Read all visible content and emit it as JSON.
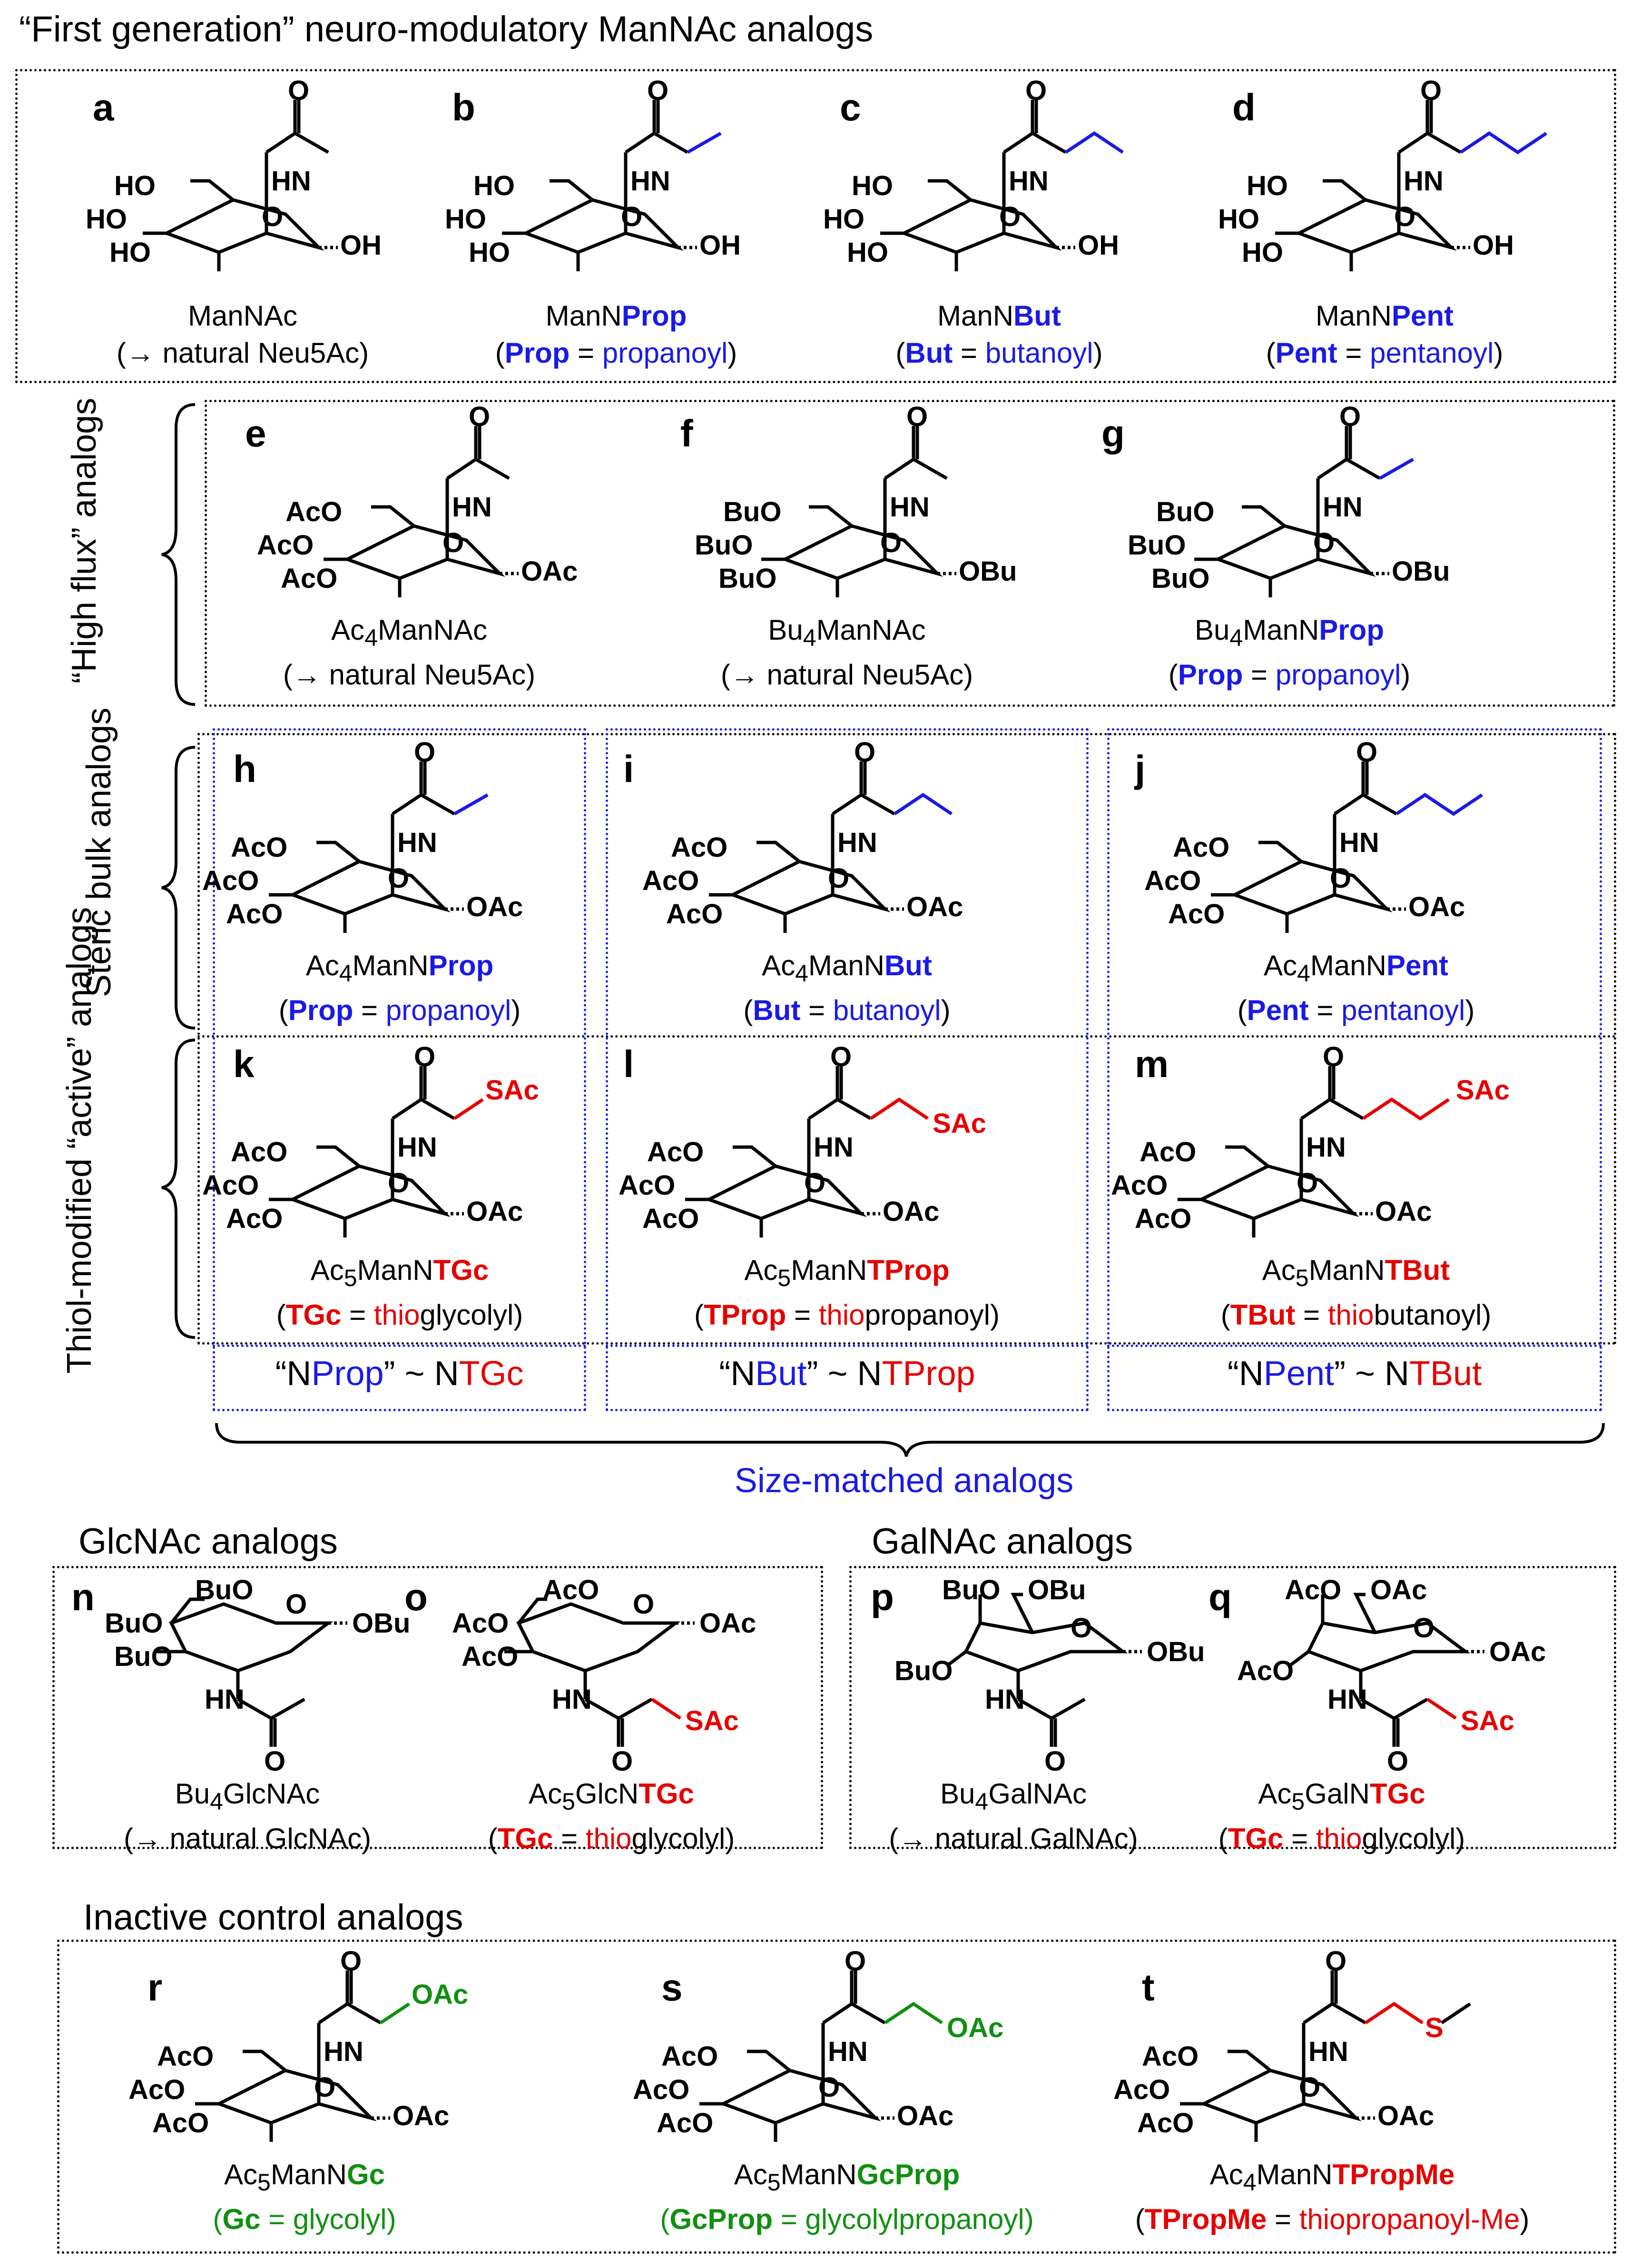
{
  "headers": {
    "first_generation": "“First generation” neuro-modulatory ManNAc analogs",
    "glcnac": "GlcNAc analogs",
    "galnac": "GalNAc analogs",
    "inactive": "Inactive control analogs",
    "size_matched": "Size-matched analogs"
  },
  "side_labels": {
    "high_flux": "“High flux” analogs",
    "steric_bulk": "Steric bulk analogs",
    "thiol_modified": "Thiol-modified “active” analogs"
  },
  "size_match_labels": [
    {
      "pre": "“N",
      "a": "Prop",
      "mid": "” ~ N",
      "b": "TGc"
    },
    {
      "pre": "“N",
      "a": "But",
      "mid": "” ~ N",
      "b": "TProp"
    },
    {
      "pre": "“N",
      "a": "Pent",
      "mid": "” ~ N",
      "b": "TBut"
    }
  ],
  "compounds": {
    "a": {
      "letter": "a",
      "name": "ManNAc",
      "desc": "(→ natural Neu5Ac)"
    },
    "b": {
      "letter": "b",
      "name_pre": "ManN",
      "name_em": "Prop",
      "abbr": "Prop",
      "eq": " = ",
      "full": "propanoyl",
      "open": "(",
      "close": ")"
    },
    "c": {
      "letter": "c",
      "name_pre": "ManN",
      "name_em": "But",
      "abbr": "But",
      "eq": " = ",
      "full": "butanoyl",
      "open": "(",
      "close": ")"
    },
    "d": {
      "letter": "d",
      "name_pre": "ManN",
      "name_em": "Pent",
      "abbr": "Pent",
      "eq": " = ",
      "full": "pentanoyl",
      "open": "(",
      "close": ")"
    },
    "e": {
      "letter": "e",
      "name_pre": "Ac",
      "sub": "4",
      "name_post": "ManNAc",
      "desc": "(→ natural Neu5Ac)"
    },
    "f": {
      "letter": "f",
      "name_pre": "Bu",
      "sub": "4",
      "name_post": "ManNAc",
      "desc": "(→ natural Neu5Ac)"
    },
    "g": {
      "letter": "g",
      "name_pre": "Bu",
      "sub": "4",
      "name_post": "ManN",
      "name_em": "Prop",
      "abbr": "Prop",
      "eq": " = ",
      "full": "propanoyl",
      "open": "(",
      "close": ")"
    },
    "h": {
      "letter": "h",
      "name_pre": "Ac",
      "sub": "4",
      "name_post": "ManN",
      "name_em": "Prop",
      "abbr": "Prop",
      "eq": " = ",
      "full": "propanoyl",
      "open": "(",
      "close": ")"
    },
    "i": {
      "letter": "i",
      "name_pre": "Ac",
      "sub": "4",
      "name_post": "ManN",
      "name_em": "But",
      "abbr": "But",
      "eq": " = ",
      "full": "butanoyl",
      "open": "(",
      "close": ")"
    },
    "j": {
      "letter": "j",
      "name_pre": "Ac",
      "sub": "4",
      "name_post": "ManN",
      "name_em": "Pent",
      "abbr": "Pent",
      "eq": " = ",
      "full": "pentanoyl",
      "open": "(",
      "close": ")"
    },
    "k": {
      "letter": "k",
      "name_pre": "Ac",
      "sub": "5",
      "name_post": "ManN",
      "name_em": "TGc",
      "abbr": "TGc",
      "eq": " = ",
      "thio": "thio",
      "full": "glycolyl",
      "open": "(",
      "close": ")"
    },
    "l": {
      "letter": "l",
      "name_pre": "Ac",
      "sub": "5",
      "name_post": "ManN",
      "name_em": "TProp",
      "abbr": "TProp",
      "eq": " = ",
      "thio": "thio",
      "full": "propanoyl",
      "open": "(",
      "close": ")"
    },
    "m": {
      "letter": "m",
      "name_pre": "Ac",
      "sub": "5",
      "name_post": "ManN",
      "name_em": "TBut",
      "abbr": "TBut",
      "eq": " = ",
      "thio": "thio",
      "full": "butanoyl",
      "open": "(",
      "close": ")"
    },
    "n": {
      "letter": "n",
      "name_pre": "Bu",
      "sub": "4",
      "name_post": "GlcNAc",
      "desc": "(→ natural GlcNAc)"
    },
    "o": {
      "letter": "o",
      "name_pre": "Ac",
      "sub": "5",
      "name_post": "GlcN",
      "name_em": "TGc",
      "abbr": "TGc",
      "eq": " = ",
      "thio": "thio",
      "full": "glycolyl",
      "open": "(",
      "close": ")"
    },
    "p": {
      "letter": "p",
      "name_pre": "Bu",
      "sub": "4",
      "name_post": "GalNAc",
      "desc": "(→ natural GalNAc)"
    },
    "q": {
      "letter": "q",
      "name_pre": "Ac",
      "sub": "5",
      "name_post": "GalN",
      "name_em": "TGc",
      "abbr": "TGc",
      "eq": " = ",
      "thio": "thio",
      "full": "glycolyl",
      "open": "(",
      "close": ")"
    },
    "r": {
      "letter": "r",
      "name_pre": "Ac",
      "sub": "5",
      "name_post": "ManN",
      "name_em": "Gc",
      "abbr": "Gc",
      "eq": " = ",
      "full": "glycolyl",
      "open": "(",
      "close": ")"
    },
    "s": {
      "letter": "s",
      "name_pre": "Ac",
      "sub": "5",
      "name_post": "ManN",
      "name_em": "GcProp",
      "abbr": "GcProp",
      "eq": " = ",
      "full": "glycolylpropanoyl",
      "open": "(",
      "close": ")"
    },
    "t": {
      "letter": "t",
      "name_pre": "Ac",
      "sub": "4",
      "name_post": "ManN",
      "name_em": "TPropMe",
      "abbr": "TPropMe",
      "eq": " = ",
      "full": "thiopropanoyl-Me",
      "open": "(",
      "close": ")"
    }
  },
  "atom_labels": {
    "HO": "HO",
    "OH": "OH",
    "HN": "HN",
    "O": "O",
    "AcO": "AcO",
    "OAc": "OAc",
    "BuO": "BuO",
    "OBu": "OBu",
    "SAc": "SAc",
    "S": "S"
  },
  "colors": {
    "blue": "#1a1ae6",
    "red": "#e60000",
    "green": "#109010",
    "black": "#000000"
  }
}
